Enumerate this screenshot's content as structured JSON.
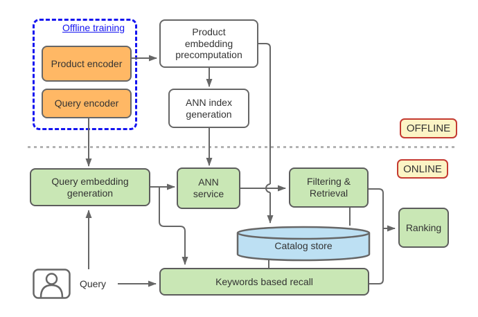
{
  "diagram": {
    "training_group_title": "Offline training",
    "badges": {
      "offline": "OFFLINE",
      "online": "ONLINE"
    },
    "nodes": {
      "product_encoder": "Product encoder",
      "query_encoder": "Query encoder",
      "product_embedding_precomputation": "Product\nembedding\nprecomputation",
      "ann_index_generation": "ANN index\ngeneration",
      "query_embedding_generation": "Query embedding\ngeneration",
      "ann_service": "ANN\nservice",
      "filtering_retrieval": "Filtering &\nRetrieval",
      "ranking": "Ranking",
      "catalog_store": "Catalog store",
      "keywords_based_recall": "Keywords based recall",
      "query_actor_label": "Query"
    },
    "colors": {
      "encoder_fill": "#FFB865",
      "service_fill": "#C9E7B5",
      "store_fill": "#BDE0F3",
      "badge_fill": "#FCF4C5",
      "badge_border": "#C43A31",
      "link_blue": "#1414F0",
      "line_gray": "#666666"
    }
  }
}
